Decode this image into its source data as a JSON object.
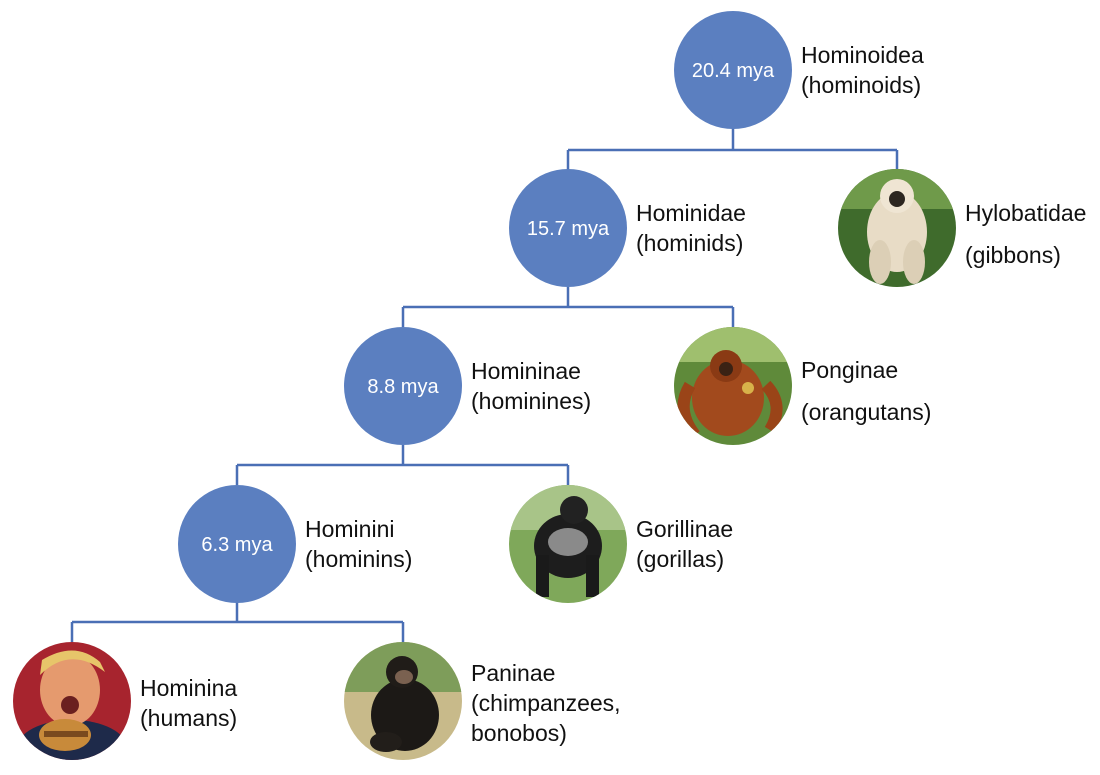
{
  "colors": {
    "node_fill": "#5b7fc0",
    "connector": "#4a6fb5",
    "node_text": "#ffffff",
    "label_text": "#111111"
  },
  "nodes": {
    "hominoidea": {
      "age": "20.4 mya",
      "name": "Hominoidea",
      "common": "(hominoids)"
    },
    "hominidae": {
      "age": "15.7 mya",
      "name": "Hominidae",
      "common": "(hominids)"
    },
    "homininae": {
      "age": "8.8 mya",
      "name": "Homininae",
      "common": "(hominines)"
    },
    "hominini": {
      "age": "6.3 mya",
      "name": "Hominini",
      "common": "(hominins)"
    }
  },
  "leaves": {
    "hylobatidae": {
      "name": "Hylobatidae",
      "common": "(gibbons)",
      "icon": "gibbon-photo"
    },
    "ponginae": {
      "name": "Ponginae",
      "common": "(orangutans)",
      "icon": "orangutan-photo"
    },
    "gorillinae": {
      "name": "Gorillinae",
      "common": "(gorillas)",
      "icon": "gorilla-photo"
    },
    "hominina": {
      "name": "Hominina",
      "common": "(humans)",
      "icon": "human-photo"
    },
    "paninae": {
      "name": "Paninae",
      "common_line1": "(chimpanzees,",
      "common_line2": "bonobos)",
      "icon": "chimpanzee-photo"
    }
  }
}
